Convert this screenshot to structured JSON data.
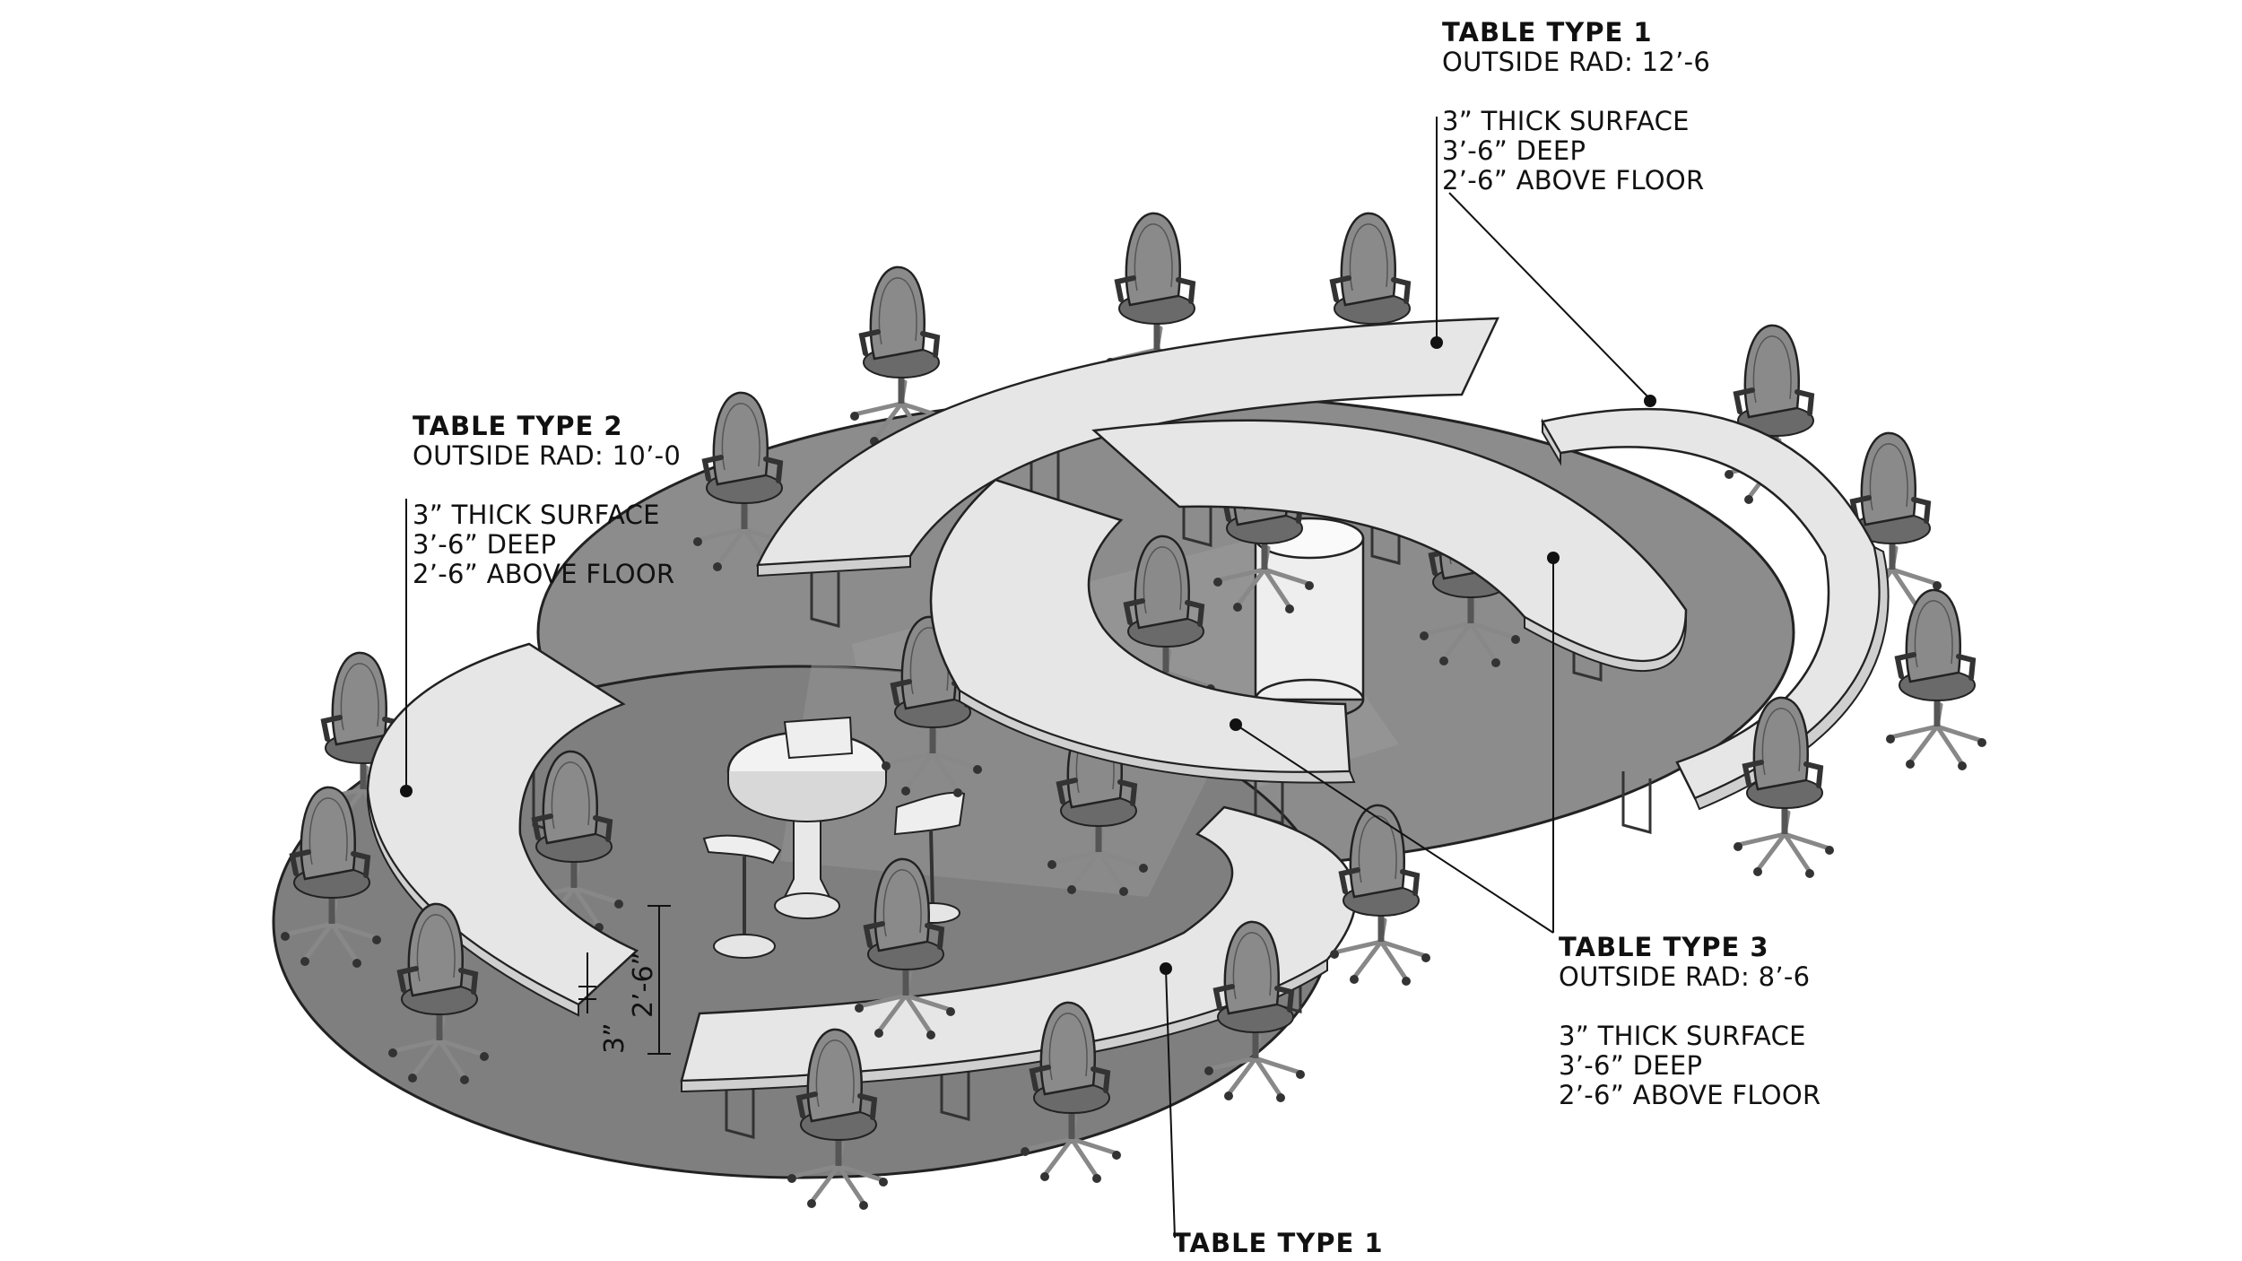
{
  "callouts": {
    "type1_top": {
      "title": "TABLE TYPE 1",
      "radius": "OUTSIDE RAD: 12’-6",
      "spec": [
        "3” THICK SURFACE",
        "3’-6” DEEP",
        "2’-6” ABOVE FLOOR"
      ]
    },
    "type2": {
      "title": "TABLE TYPE 2",
      "radius": "OUTSIDE RAD: 10’-0",
      "spec": [
        "3” THICK SURFACE",
        "3’-6” DEEP",
        "2’-6” ABOVE FLOOR"
      ]
    },
    "type3": {
      "title": "TABLE TYPE 3",
      "radius": "OUTSIDE RAD: 8’-6",
      "spec": [
        "3” THICK SURFACE",
        "3’-6” DEEP",
        "2’-6” ABOVE FLOOR"
      ]
    },
    "type1_bottom": {
      "title": "TABLE TYPE 1"
    }
  },
  "dimensions": {
    "height": "2’-6”",
    "thickness": "3”"
  },
  "colors": {
    "floor": "#7f7f7f",
    "floor_light": "#9a9a9a",
    "table_top": "#e6e6e6",
    "table_edge": "#d0d0d0",
    "outline": "#222222",
    "chair": "#7a7a7a",
    "chair_dark": "#4a4a4a"
  }
}
